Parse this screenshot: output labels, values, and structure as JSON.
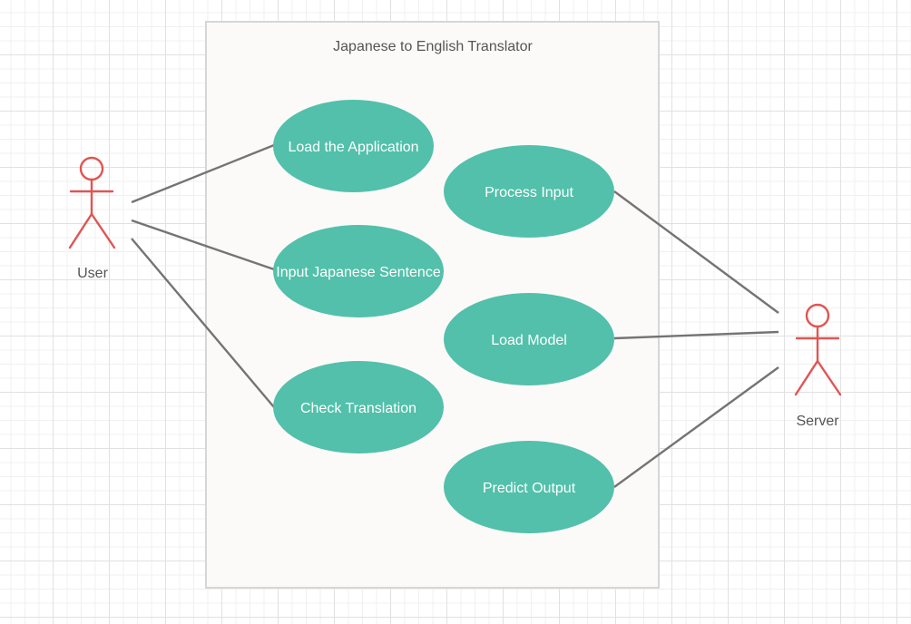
{
  "diagram": {
    "system_title": "Japanese to English Translator",
    "actors": {
      "user": "User",
      "server": "Server"
    },
    "use_cases": {
      "load_app": "Load the Application",
      "input_sentence": "Input Japanese Sentence",
      "check_translation": "Check Translation",
      "process_input": "Process Input",
      "load_model": "Load Model",
      "predict_output": "Predict Output"
    },
    "colors": {
      "use_case_fill": "#52c0aa",
      "actor_stroke": "#e05553",
      "association_line": "#747474",
      "system_border": "#d6d6d6",
      "system_fill": "#fbfaf8"
    }
  }
}
